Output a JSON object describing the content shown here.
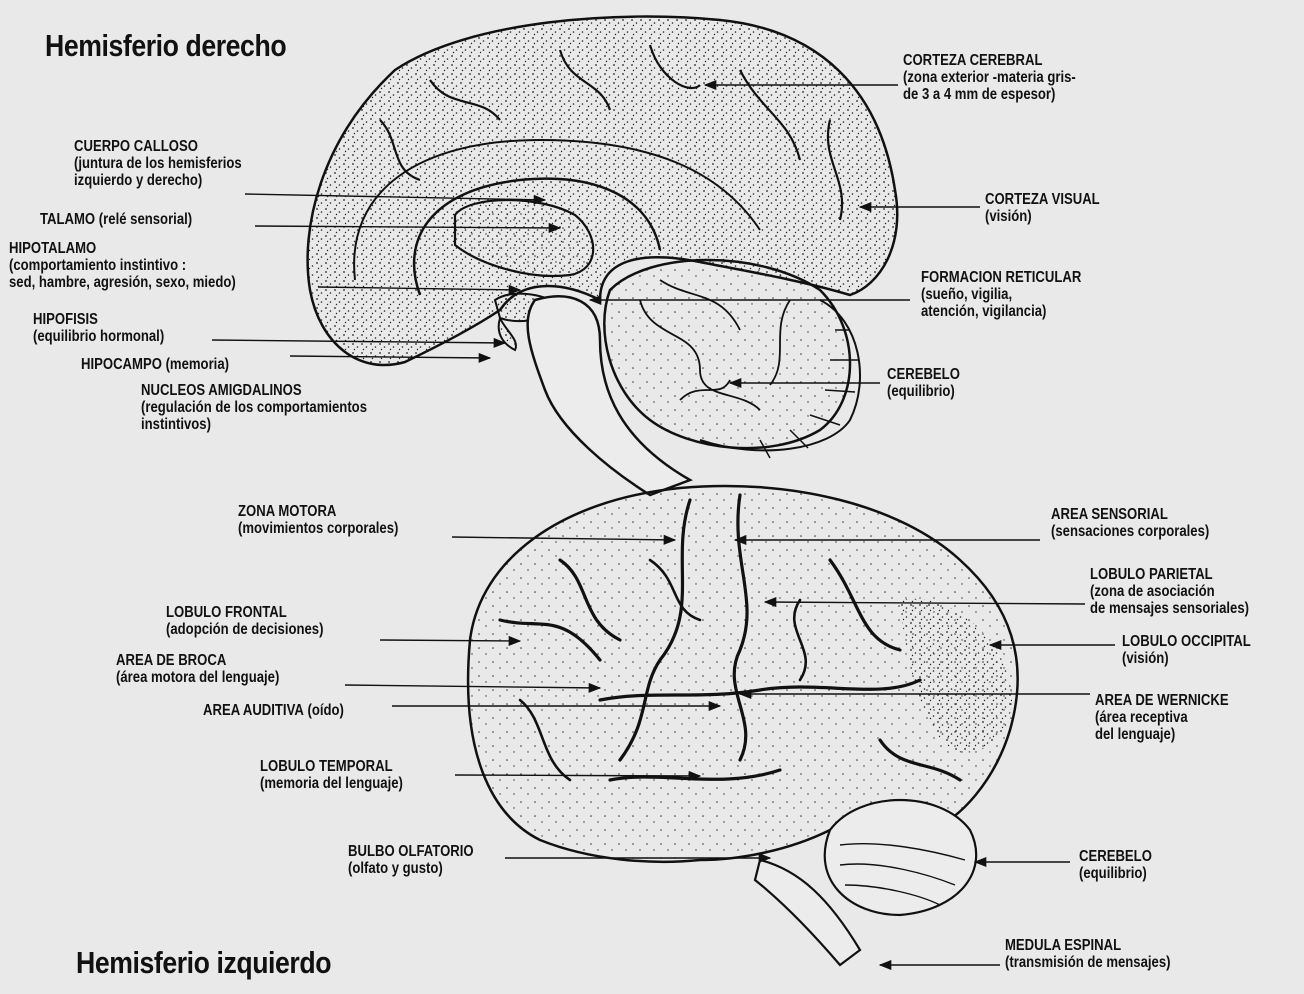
{
  "titles": {
    "right": "Hemisferio derecho",
    "left": "Hemisferio izquierdo"
  },
  "right_hemisphere": {
    "corteza_cerebral": {
      "name": "CORTEZA CEREBRAL",
      "desc1": "(zona exterior -materia gris-",
      "desc2": "de 3 a 4 mm de espesor)"
    },
    "cuerpo_calloso": {
      "name": "CUERPO CALLOSO",
      "desc1": "(juntura de los hemisferios",
      "desc2": "izquierdo y derecho)"
    },
    "talamo": {
      "name": "TALAMO",
      "desc": "(relé sensorial)"
    },
    "hipotalamo": {
      "name": "HIPOTALAMO",
      "desc1": "(comportamiento instintivo :",
      "desc2": "sed, hambre, agresión, sexo, miedo)"
    },
    "hipofisis": {
      "name": "HIPOFISIS",
      "desc": "(equilibrio hormonal)"
    },
    "hipocampo": {
      "name": "HIPOCAMPO",
      "desc": "(memoria)"
    },
    "nucleos": {
      "name": "NUCLEOS AMIGDALINOS",
      "desc1": "(regulación de los comportamientos",
      "desc2": "instintivos)"
    },
    "corteza_visual": {
      "name": "CORTEZA VISUAL",
      "desc": "(visión)"
    },
    "formacion": {
      "name": "FORMACION RETICULAR",
      "desc1": "(sueño, vigilia,",
      "desc2": "atención, vigilancia)"
    },
    "cerebelo": {
      "name": "CEREBELO",
      "desc": "(equilibrio)"
    }
  },
  "left_hemisphere": {
    "zona_motora": {
      "name": "ZONA MOTORA",
      "desc": "(movimientos corporales)"
    },
    "lobulo_frontal": {
      "name": "LOBULO FRONTAL",
      "desc": "(adopción de decisiones)"
    },
    "broca": {
      "name": "AREA DE BROCA",
      "desc": "(área motora del lenguaje)"
    },
    "auditiva": {
      "name": "AREA AUDITIVA",
      "desc": "(oído)"
    },
    "temporal": {
      "name": "LOBULO TEMPORAL",
      "desc": "(memoria del lenguaje)"
    },
    "bulbo": {
      "name": "BULBO OLFATORIO",
      "desc": "(olfato y gusto)"
    },
    "sensorial": {
      "name": "AREA SENSORIAL",
      "desc": "(sensaciones corporales)"
    },
    "parietal": {
      "name": "LOBULO PARIETAL",
      "desc1": "(zona de asociación",
      "desc2": "de mensajes sensoriales)"
    },
    "occipital": {
      "name": "LOBULO OCCIPITAL",
      "desc": "(visión)"
    },
    "wernicke": {
      "name": "AREA DE WERNICKE",
      "desc1": "(área receptiva",
      "desc2": "del lenguaje)"
    },
    "cerebelo": {
      "name": "CEREBELO",
      "desc": "(equilibrio)"
    },
    "medula": {
      "name": "MEDULA ESPINAL",
      "desc": "(transmisión de mensajes)"
    }
  }
}
